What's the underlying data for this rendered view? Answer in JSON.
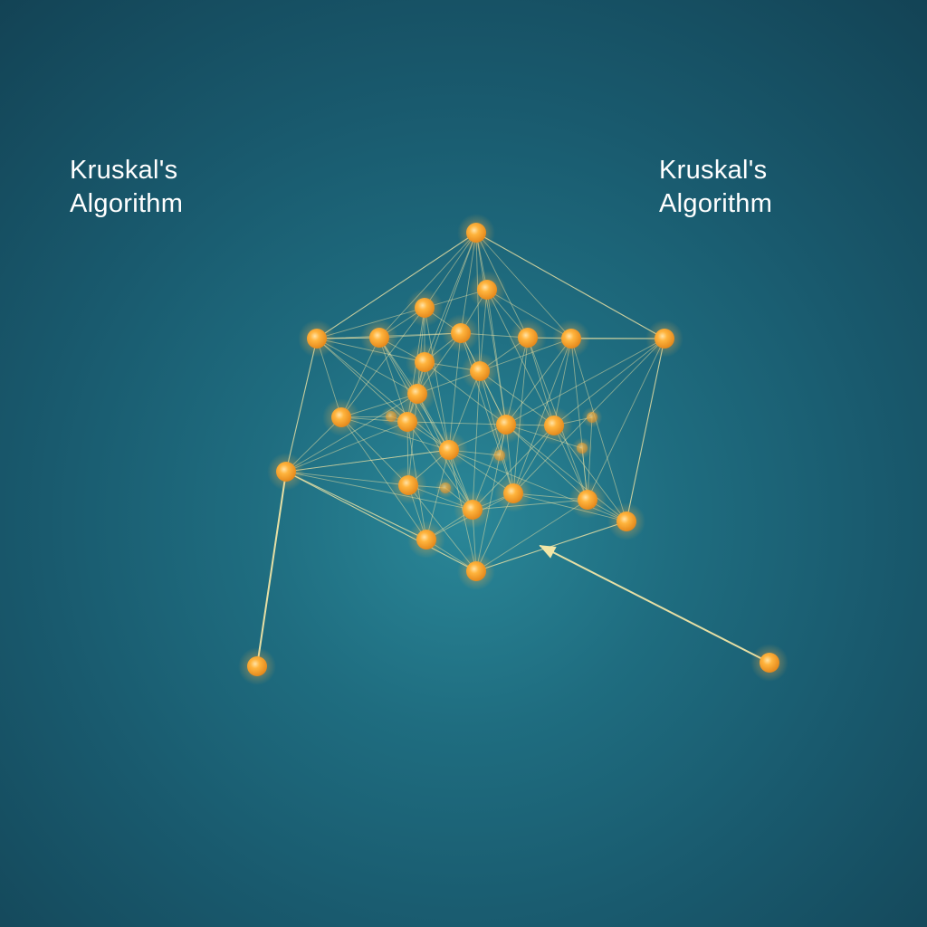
{
  "captions": {
    "left": {
      "line1": "Kruskal's",
      "line2": "Algorithm"
    },
    "right": {
      "line1": "Kruskal's",
      "line2": "Algorithm"
    }
  },
  "colors": {
    "node": "#f5a02a",
    "node_highlight": "#ffe3a6",
    "edge": "#f2e6a6",
    "text": "#ffffff"
  }
}
